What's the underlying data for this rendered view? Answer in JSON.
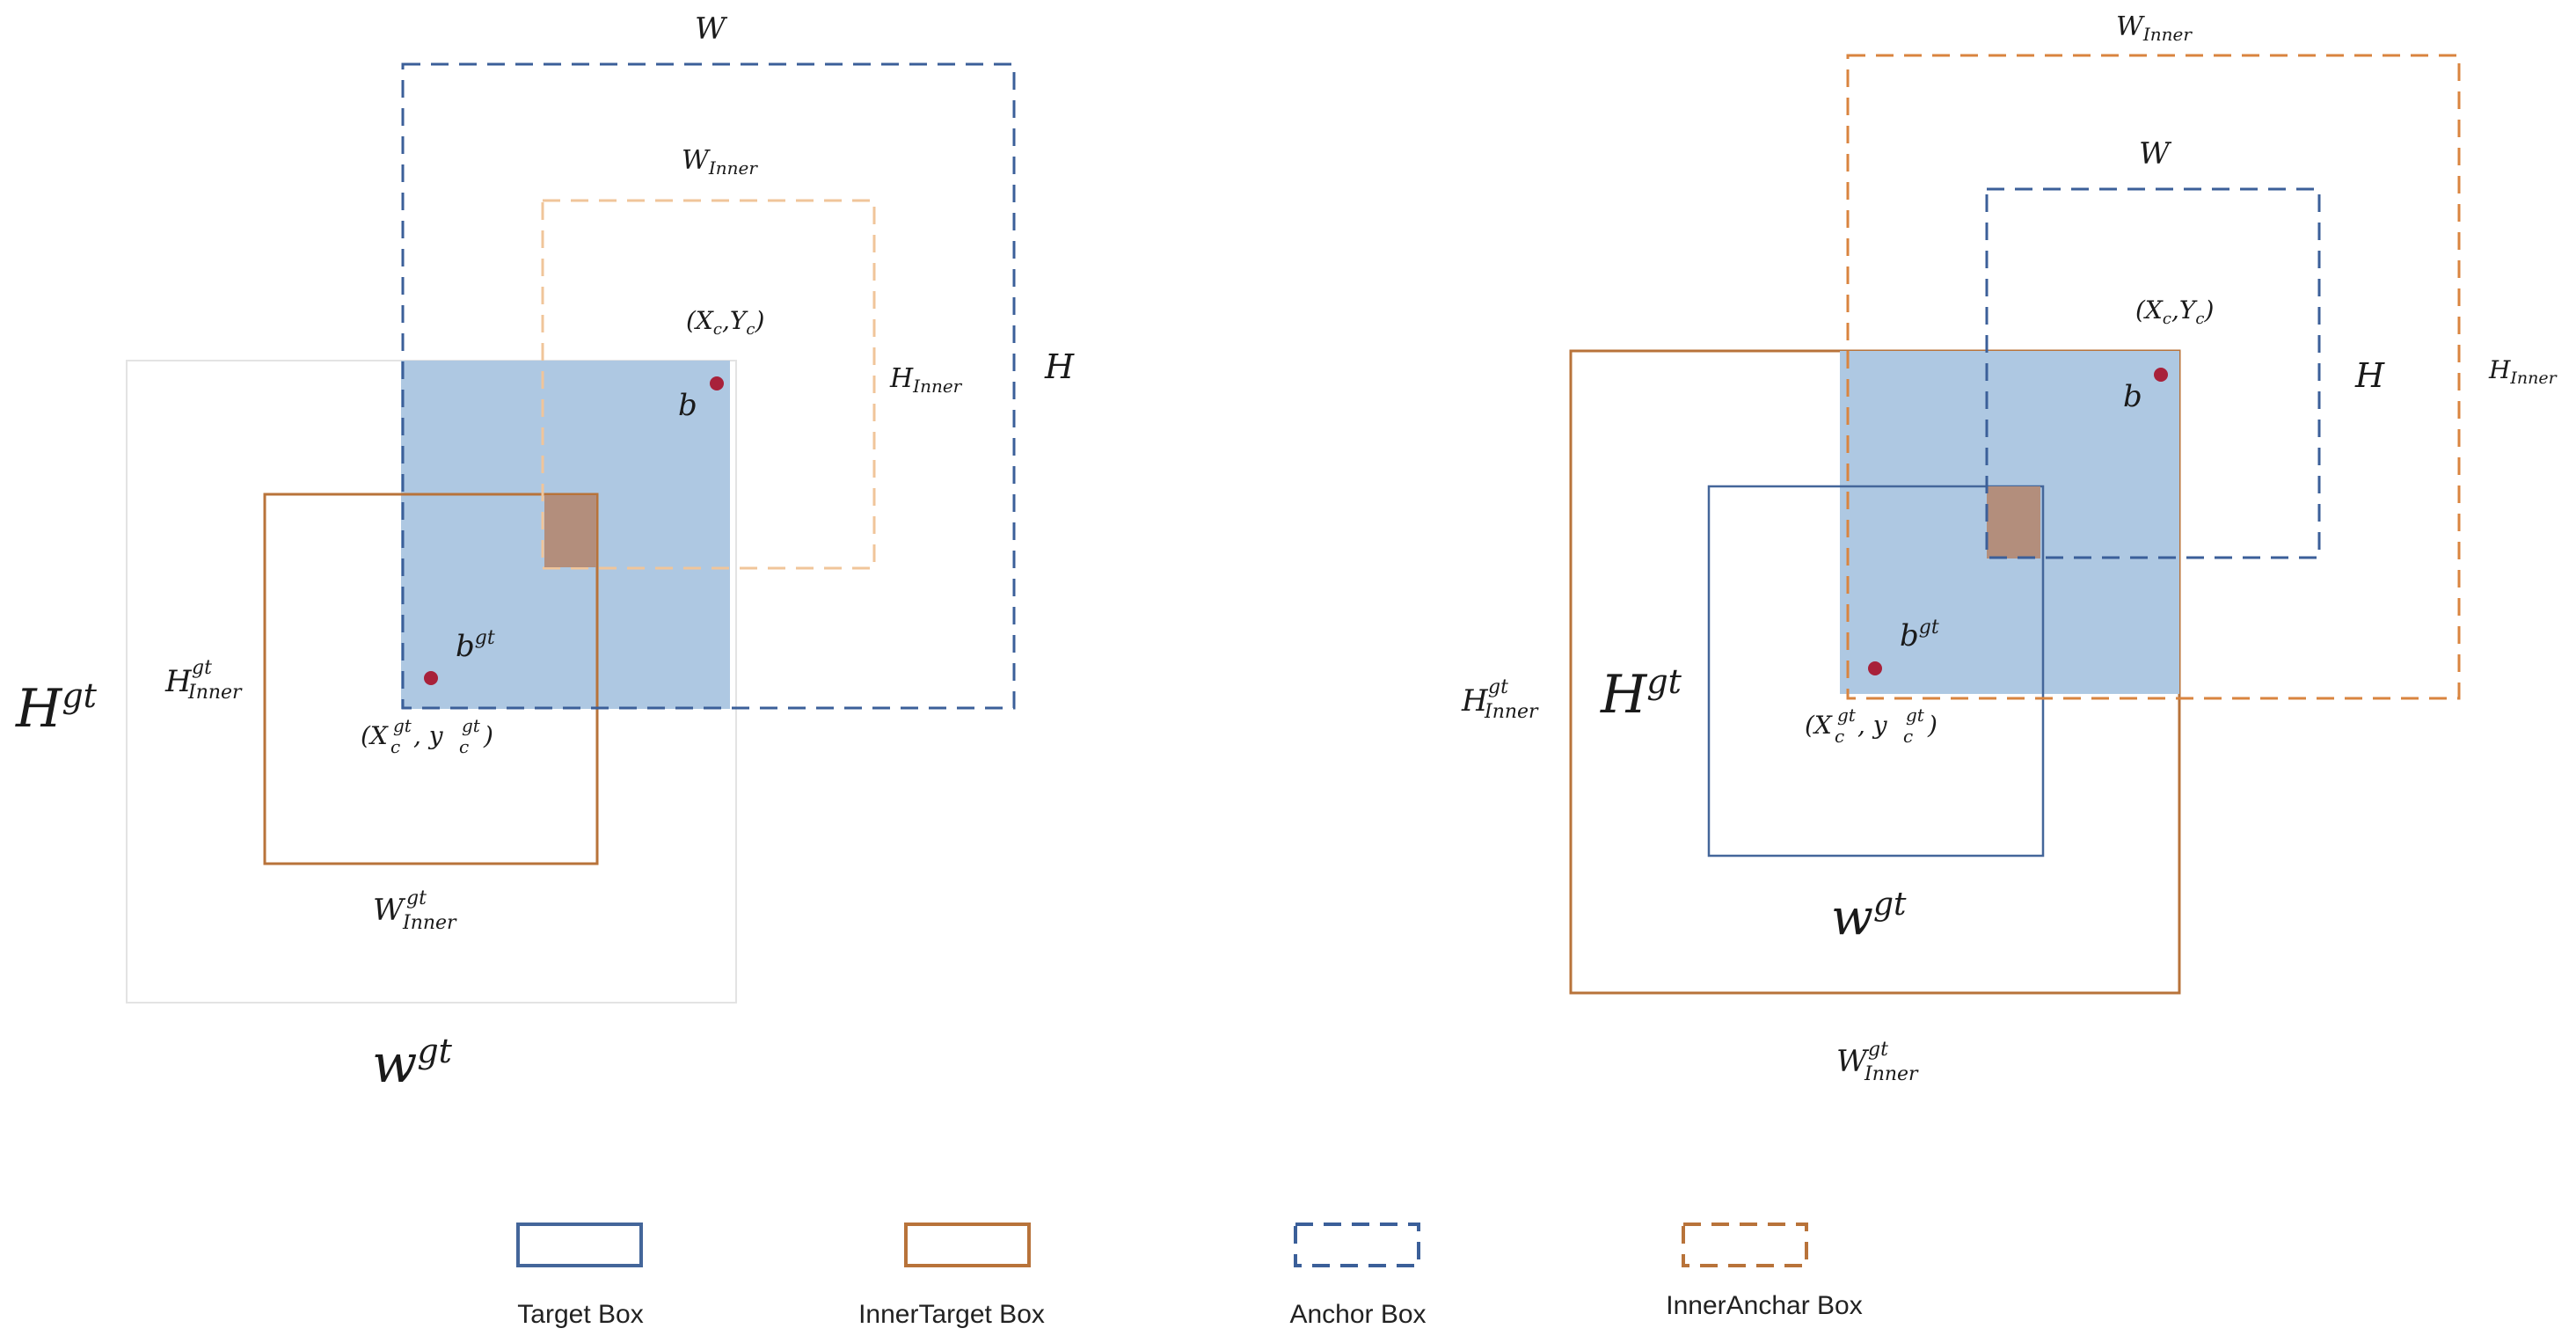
{
  "colors": {
    "target": "#44669a",
    "inner_target": "#b8733a",
    "anchor": "#3b5f99",
    "inner_anchor": "#d9843f",
    "inner_anchor_light": "#f0c59a",
    "overlap_fill": "#aec8e2",
    "intersection_fill": "#b38e7c",
    "center_point": "#a8213a",
    "outline_gray": "#e3e3e3"
  },
  "left_panel": {
    "label_W": "W",
    "label_W_inner": "W",
    "label_W_inner_sub": "Inner",
    "label_H": "H",
    "label_H_inner": "H",
    "label_H_inner_sub": "Inner",
    "label_Xc": "(X",
    "label_Xc_sub": "c",
    "label_Yc": ",Y",
    "label_Yc_sub": "c",
    "label_Yc_close": ")",
    "label_b": "b",
    "label_bgt": "b",
    "label_bgt_sup": "gt",
    "label_Hgt": "H",
    "label_Hgt_sup": "gt",
    "label_Hgt_inner": "H",
    "label_Hgt_inner_sup": "gt",
    "label_Hgt_inner_sub": "Inner",
    "label_xcgt_open": "(X",
    "label_xcgt_sup": "gt",
    "label_xcgt_sub": "c",
    "label_ycgt": ", y",
    "label_ycgt_sup": "gt",
    "label_ycgt_sub": "c",
    "label_ycgt_close": ")",
    "label_Wgt_inner": "W",
    "label_Wgt_inner_sup": "gt",
    "label_Wgt_inner_sub": "Inner",
    "label_wgt": "w",
    "label_wgt_sup": "gt"
  },
  "right_panel": {
    "label_W_inner": "W",
    "label_W_inner_sub": "Inner",
    "label_W": "W",
    "label_Xc": "(X",
    "label_Xc_sub": "c",
    "label_Yc": ",Y",
    "label_Yc_sub": "c",
    "label_Yc_close": ")",
    "label_H": "H",
    "label_H_inner": "H",
    "label_H_inner_sub": "Inner",
    "label_b": "b",
    "label_bgt": "b",
    "label_bgt_sup": "gt",
    "label_Hgt_inner": "H",
    "label_Hgt_inner_sup": "gt",
    "label_Hgt_inner_sub": "Inner",
    "label_Hgt": "H",
    "label_Hgt_sup": "gt",
    "label_xcgt_open": "(X",
    "label_xcgt_sup": "gt",
    "label_xcgt_sub": "c",
    "label_ycgt": ", y",
    "label_ycgt_sup": "gt",
    "label_ycgt_sub": "c",
    "label_ycgt_close": ")",
    "label_wgt": "w",
    "label_wgt_sup": "gt",
    "label_Wgt_inner": "W",
    "label_Wgt_inner_sup": "gt",
    "label_Wgt_inner_sub": "Inner"
  },
  "legend": {
    "items": [
      {
        "label": "Target Box",
        "style": "solid",
        "color": "#44669a"
      },
      {
        "label": "InnerTarget Box",
        "style": "solid",
        "color": "#b8733a"
      },
      {
        "label": "Anchor Box",
        "style": "dashed",
        "color": "#3b5f99"
      },
      {
        "label": "InnerAnchar Box",
        "style": "dashed",
        "color": "#b8733a"
      }
    ]
  }
}
